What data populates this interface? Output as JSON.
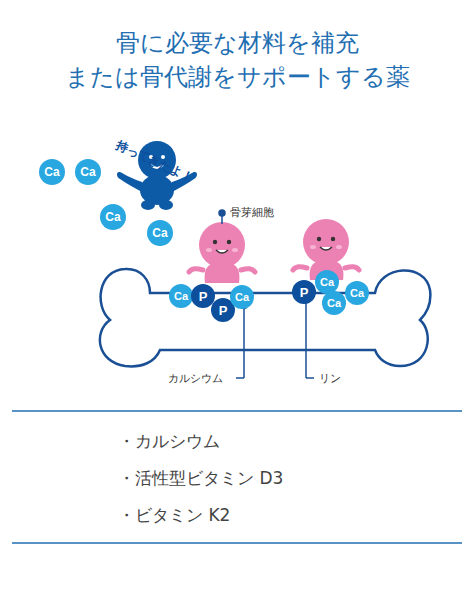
{
  "diagram": {
    "title": "骨に必要な材料を補充 または骨代謝をサポートする薬",
    "nodes": [
      {
        "text": [
          "Ca"
        ]
      },
      {
        "text": [
          "Ca"
        ]
      },
      {
        "text": [
          "Ca"
        ]
      },
      {
        "text": [
          "Ca"
        ]
      },
      {
        "text": [
          "Ca"
        ]
      },
      {
        "text": [
          "P"
        ]
      },
      {
        "text": [
          "P"
        ]
      },
      {
        "text": [
          "Ca"
        ]
      },
      {
        "text": [
          "P"
        ]
      },
      {
        "text": [
          "Ca"
        ]
      },
      {
        "text": [
          "Ca"
        ]
      },
      {
        "text": [
          "Ca"
        ]
      }
    ],
    "labels": [
      "持ってきたよ！",
      "骨芽細胞",
      "カルシウム",
      "リン",
      "・カルシウム",
      "・活性型ビタミン D3",
      "・ビタミン K2"
    ]
  }
}
